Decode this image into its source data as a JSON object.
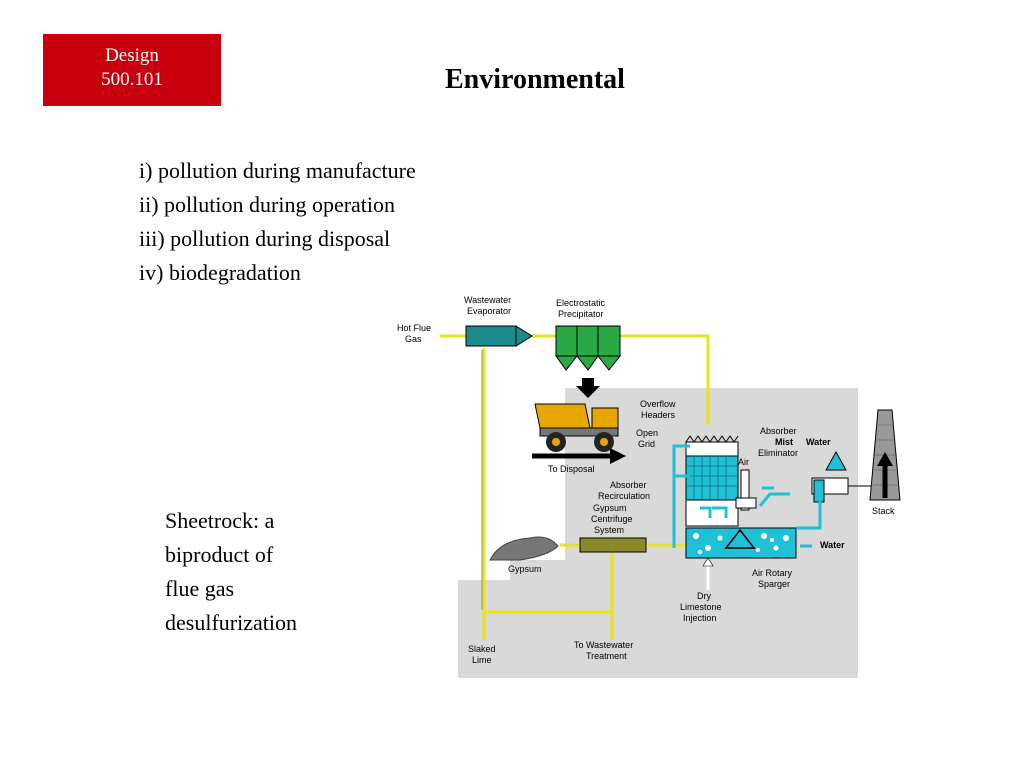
{
  "badge": {
    "line1": "Design",
    "line2": "500.101"
  },
  "title": "Environmental",
  "list": [
    "i)  pollution during manufacture",
    "ii)  pollution during operation",
    "iii)  pollution during disposal",
    "iv)  biodegradation"
  ],
  "note": {
    "line1": "Sheetrock: a",
    "line2": "biproduct of",
    "line3": "flue gas",
    "line4": "desulfurization"
  },
  "diagram": {
    "hot_flue_1": "Hot Flue",
    "hot_flue_2": "Gas",
    "evap_1": "Wastewater",
    "evap_2": "Evaporator",
    "esp_1": "Electrostatic",
    "esp_2": "Precipitator",
    "overflow_1": "Overflow",
    "overflow_2": "Headers",
    "open_grid_1": "Open",
    "open_grid_2": "Grid",
    "air": "Air",
    "absorber_label": "Absorber",
    "mist_1": "Mist",
    "mist_2": "Eliminator",
    "water_top": "Water",
    "to_disposal": "To Disposal",
    "abs_recirc_1": "Absorber",
    "abs_recirc_2": "Recirculation",
    "gyp_cent_1": "Gypsum",
    "gyp_cent_2": "Centrifuge",
    "gyp_cent_3": "System",
    "gypsum": "Gypsum",
    "water_right": "Water",
    "stack": "Stack",
    "sparger_1": "Air Rotary",
    "sparger_2": "Sparger",
    "lime_inj_1": "Dry",
    "lime_inj_2": "Limestone",
    "lime_inj_3": "Injection",
    "slaked_1": "Slaked",
    "slaked_2": "Lime",
    "ww_treat_1": "To Wastewater",
    "ww_treat_2": "Treatment"
  },
  "colors": {
    "badge": "#c8000d",
    "evaporator": "#1a8a8a",
    "precipitator": "#2aa845",
    "water_cyan": "#1fc1d6",
    "pipe_yellow": "#f2f21a",
    "panel_gray": "#d9d9d9",
    "truck": "#e6a800"
  }
}
